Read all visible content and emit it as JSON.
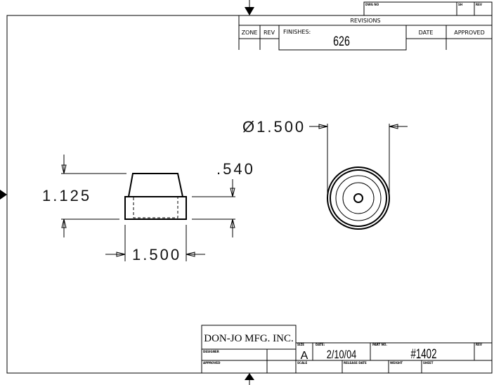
{
  "revision_block": {
    "dwg_no_label": "DWG NO",
    "sh_label": "SH",
    "rev_label": "REV",
    "header": "REVISIONS",
    "columns": [
      "ZONE",
      "REV",
      "FINISHES:",
      "DATE",
      "APPROVED"
    ],
    "finishes_value": "626"
  },
  "dimensions": {
    "overall_height": "1.125",
    "base_height": ".540",
    "base_width": "1.500",
    "diameter": "Ø1.500"
  },
  "title_block": {
    "company": "DON-JO MFG. INC.",
    "designer_label": "DESIGNER",
    "approved_label": "APPROVED",
    "size_label": "SIZE",
    "size_value": "A",
    "date_label": "DATE:",
    "date_value": "2/10/04",
    "part_no_label": "PART NO.",
    "part_no_value": "#1402",
    "rev_label": "REV",
    "scale_label": "SCALE",
    "release_date_label": "RELEASE DATE",
    "weight_label": "WEIGHT",
    "sheet_label": "SHEET"
  }
}
